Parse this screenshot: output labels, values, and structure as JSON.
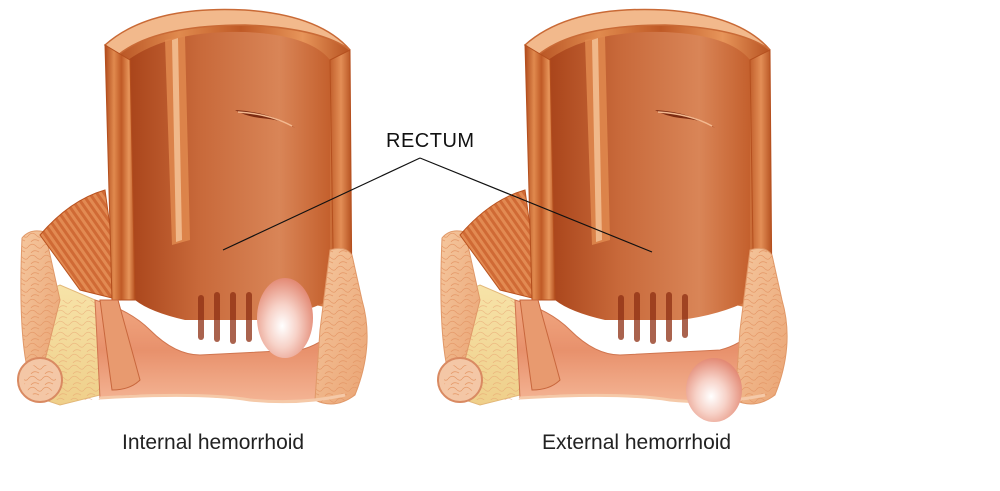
{
  "labels": {
    "rectum": "RECTUM",
    "left_caption": "Internal hemorrhoid",
    "right_caption": "External hemorrhoid"
  },
  "colors": {
    "muscle_dark": "#b8501f",
    "muscle_mid": "#d8743c",
    "lining": "#e49a76",
    "fat": "#f3b990",
    "fat_light": "#f6dfa6",
    "hemorrhoid": "#f6c8c0",
    "background": "#ffffff"
  }
}
